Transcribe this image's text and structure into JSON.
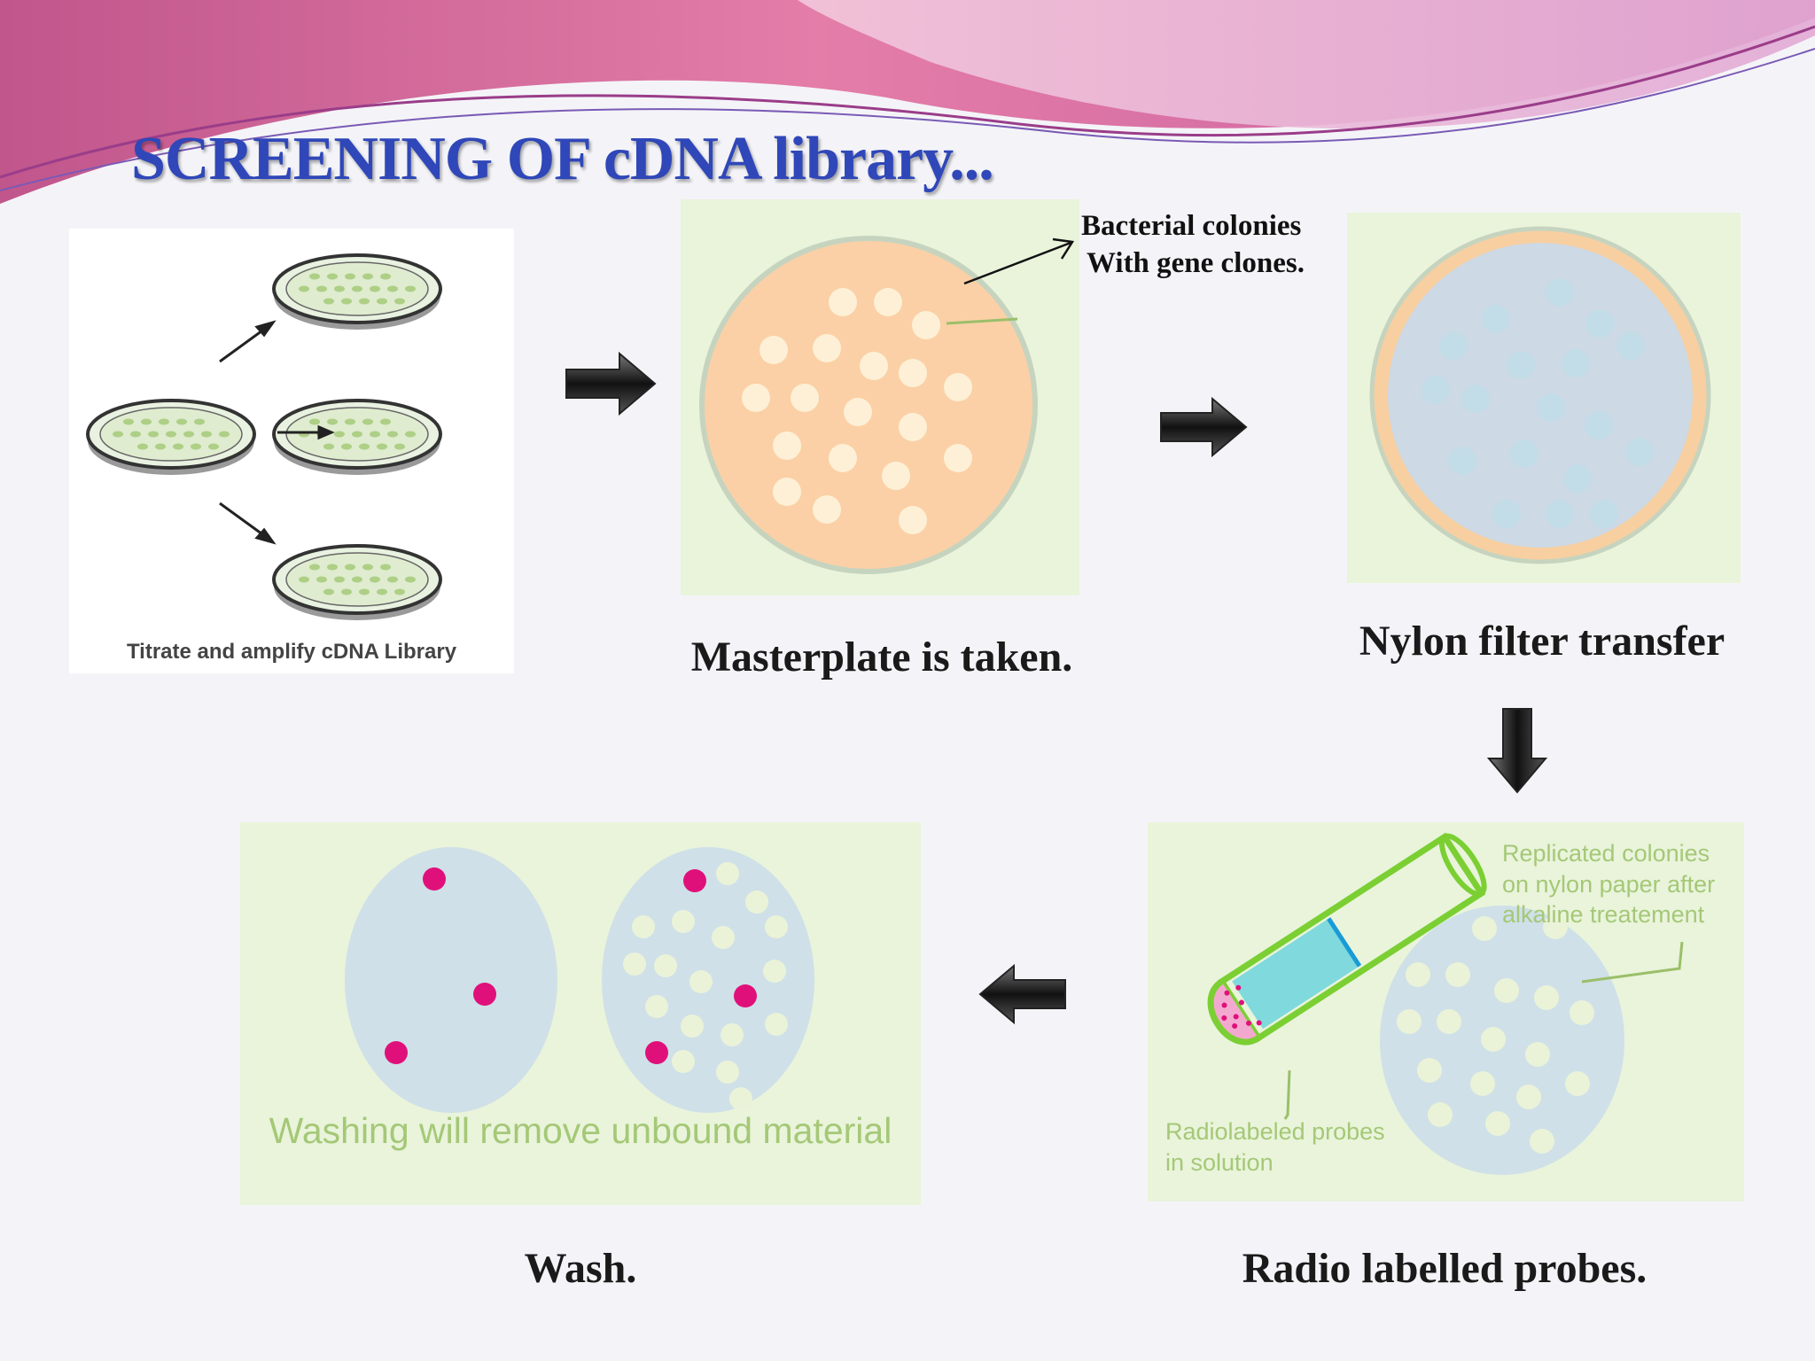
{
  "slide": {
    "title": "SCREENING OF cDNA library...",
    "colors": {
      "title": "#2f47b8",
      "panel_bg": "#e9f4db",
      "agar": "#fbd0a6",
      "nylon": "#cfe0e8",
      "probe": "#e0107a",
      "label_green": "#a5c877"
    }
  },
  "step1": {
    "caption": "Titrate and amplify cDNA Library"
  },
  "step2": {
    "caption": "Masterplate is taken.",
    "callout_line1": "Bacterial colonies",
    "callout_line2": "With gene clones."
  },
  "step3": {
    "caption": "Nylon filter transfer"
  },
  "step4": {
    "caption": "Radio labelled probes.",
    "label_colonies_1": "Replicated colonies",
    "label_colonies_2": "on nylon paper after",
    "label_colonies_3": "alkaline treatement",
    "label_probes_1": "Radiolabeled probes",
    "label_probes_2": "in solution"
  },
  "step5": {
    "caption": "Wash.",
    "panel_text": "Washing will remove unbound material"
  },
  "arrows": [
    "arrow-right-icon",
    "arrow-right-icon",
    "arrow-down-icon",
    "arrow-left-icon"
  ]
}
